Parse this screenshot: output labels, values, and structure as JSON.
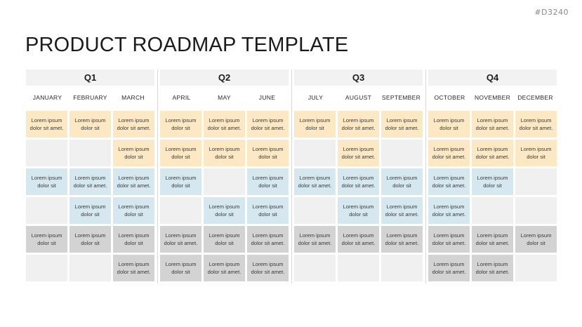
{
  "page": {
    "title": "PRODUCT ROADMAP TEMPLATE",
    "reference_code": "#D3240"
  },
  "colors": {
    "fill_yellow": "#fce9c4",
    "fill_blue": "#d5e8ef",
    "fill_gray": "#d3d3d3",
    "empty_cell": "#f0f0f0",
    "header_bar": "#f2f2f2",
    "title_text": "#1b1b1b",
    "reference_text": "#8a8a8a"
  },
  "text_variants": {
    "short": "Lorem ipsum dolor sit",
    "long": "Lorem ipsum dolor sit amet.",
    "blank": ""
  },
  "quarters": [
    {
      "label": "Q1",
      "months": [
        "JANUARY",
        "FEBRUARY",
        "MARCH"
      ],
      "rows": [
        {
          "tone": "yellow",
          "cells": [
            {
              "text": "Lorem ipsum dolor sit amet.",
              "filled": true
            },
            {
              "text": "Lorem ipsum dolor sit",
              "filled": true
            },
            {
              "text": "Lorem ipsum dolor sit amet.",
              "filled": true
            }
          ]
        },
        {
          "tone": "yellow",
          "cells": [
            {
              "text": "",
              "filled": false
            },
            {
              "text": "",
              "filled": false
            },
            {
              "text": "Lorem ipsum dolor sit",
              "filled": true
            }
          ]
        },
        {
          "tone": "blue",
          "cells": [
            {
              "text": "Lorem ipsum dolor sit",
              "filled": true
            },
            {
              "text": "Lorem ipsum dolor sit amet.",
              "filled": true
            },
            {
              "text": "Lorem ipsum dolor sit amet.",
              "filled": true
            }
          ]
        },
        {
          "tone": "blue",
          "cells": [
            {
              "text": "",
              "filled": false
            },
            {
              "text": "Lorem ipsum dolor sit",
              "filled": true
            },
            {
              "text": "Lorem ipsum dolor sit",
              "filled": true
            }
          ]
        },
        {
          "tone": "gray",
          "cells": [
            {
              "text": "Lorem ipsum dolor sit",
              "filled": true
            },
            {
              "text": "Lorem ipsum dolor sit",
              "filled": true
            },
            {
              "text": "Lorem ipsum dolor sit",
              "filled": true
            }
          ]
        },
        {
          "tone": "gray",
          "cells": [
            {
              "text": "",
              "filled": false
            },
            {
              "text": "",
              "filled": false
            },
            {
              "text": "Lorem ipsum dolor sit amet.",
              "filled": true
            }
          ]
        }
      ]
    },
    {
      "label": "Q2",
      "months": [
        "APRIL",
        "MAY",
        "JUNE"
      ],
      "rows": [
        {
          "tone": "yellow",
          "cells": [
            {
              "text": "Lorem ipsum dolor sit",
              "filled": true
            },
            {
              "text": "Lorem ipsum dolor sit amet.",
              "filled": true
            },
            {
              "text": "Lorem ipsum dolor sit amet.",
              "filled": true
            }
          ]
        },
        {
          "tone": "yellow",
          "cells": [
            {
              "text": "Lorem ipsum dolor sit",
              "filled": true
            },
            {
              "text": "Lorem ipsum dolor sit",
              "filled": true
            },
            {
              "text": "Lorem ipsum dolor sit",
              "filled": true
            }
          ]
        },
        {
          "tone": "blue",
          "cells": [
            {
              "text": "Lorem ipsum dolor sit",
              "filled": true
            },
            {
              "text": "",
              "filled": false
            },
            {
              "text": "Lorem ipsum dolor sit",
              "filled": true
            }
          ]
        },
        {
          "tone": "blue",
          "cells": [
            {
              "text": "",
              "filled": false
            },
            {
              "text": "Lorem ipsum dolor sit",
              "filled": true
            },
            {
              "text": "Lorem ipsum dolor sit",
              "filled": true
            }
          ]
        },
        {
          "tone": "gray",
          "cells": [
            {
              "text": "Lorem ipsum dolor sit amet.",
              "filled": true
            },
            {
              "text": "Lorem ipsum dolor sit",
              "filled": true
            },
            {
              "text": "Lorem ipsum dolor sit amet.",
              "filled": true
            }
          ]
        },
        {
          "tone": "gray",
          "cells": [
            {
              "text": "Lorem ipsum dolor sit",
              "filled": true
            },
            {
              "text": "Lorem ipsum dolor sit amet.",
              "filled": true
            },
            {
              "text": "Lorem ipsum dolor sit amet.",
              "filled": true
            }
          ]
        }
      ]
    },
    {
      "label": "Q3",
      "months": [
        "JULY",
        "AUGUST",
        "SEPTEMBER"
      ],
      "rows": [
        {
          "tone": "yellow",
          "cells": [
            {
              "text": "Lorem ipsum dolor sit",
              "filled": true
            },
            {
              "text": "Lorem ipsum dolor sit amet.",
              "filled": true
            },
            {
              "text": "Lorem ipsum dolor sit amet.",
              "filled": true
            }
          ]
        },
        {
          "tone": "yellow",
          "cells": [
            {
              "text": "",
              "filled": false
            },
            {
              "text": "Lorem ipsum dolor sit amet.",
              "filled": true
            },
            {
              "text": "",
              "filled": false
            }
          ]
        },
        {
          "tone": "blue",
          "cells": [
            {
              "text": "Lorem ipsum dolor sit amet.",
              "filled": true
            },
            {
              "text": "Lorem ipsum dolor sit amet.",
              "filled": true
            },
            {
              "text": "Lorem ipsum dolor sit",
              "filled": true
            }
          ]
        },
        {
          "tone": "blue",
          "cells": [
            {
              "text": "",
              "filled": false
            },
            {
              "text": "Lorem ipsum dolor sit",
              "filled": true
            },
            {
              "text": "Lorem ipsum dolor sit amet.",
              "filled": true
            }
          ]
        },
        {
          "tone": "gray",
          "cells": [
            {
              "text": "Lorem ipsum dolor sit amet.",
              "filled": true
            },
            {
              "text": "Lorem ipsum dolor sit amet.",
              "filled": true
            },
            {
              "text": "Lorem ipsum dolor sit amet.",
              "filled": true
            }
          ]
        },
        {
          "tone": "gray",
          "cells": [
            {
              "text": "",
              "filled": false
            },
            {
              "text": "",
              "filled": false
            },
            {
              "text": "",
              "filled": false
            }
          ]
        }
      ]
    },
    {
      "label": "Q4",
      "months": [
        "OCTOBER",
        "NOVEMBER",
        "DECEMBER"
      ],
      "rows": [
        {
          "tone": "yellow",
          "cells": [
            {
              "text": "Lorem ipsum dolor sit",
              "filled": true
            },
            {
              "text": "Lorem ipsum dolor sit amet.",
              "filled": true
            },
            {
              "text": "Lorem ipsum dolor sit amet.",
              "filled": true
            }
          ]
        },
        {
          "tone": "yellow",
          "cells": [
            {
              "text": "Lorem ipsum dolor sit amet.",
              "filled": true
            },
            {
              "text": "Lorem ipsum dolor sit amet.",
              "filled": true
            },
            {
              "text": "Lorem ipsum dolor sit",
              "filled": true
            }
          ]
        },
        {
          "tone": "blue",
          "cells": [
            {
              "text": "Lorem ipsum dolor sit amet.",
              "filled": true
            },
            {
              "text": "Lorem ipsum dolor sit",
              "filled": true
            },
            {
              "text": "",
              "filled": false
            }
          ]
        },
        {
          "tone": "blue",
          "cells": [
            {
              "text": "Lorem ipsum dolor sit amet.",
              "filled": true
            },
            {
              "text": "",
              "filled": false
            },
            {
              "text": "",
              "filled": false
            }
          ]
        },
        {
          "tone": "gray",
          "cells": [
            {
              "text": "Lorem ipsum dolor sit amet.",
              "filled": true
            },
            {
              "text": "Lorem ipsum dolor sit amet.",
              "filled": true
            },
            {
              "text": "Lorem ipsum dolor sit",
              "filled": true
            }
          ]
        },
        {
          "tone": "gray",
          "cells": [
            {
              "text": "Lorem ipsum dolor sit amet.",
              "filled": true
            },
            {
              "text": "Lorem ipsum dolor sit amet.",
              "filled": true
            },
            {
              "text": "",
              "filled": false
            }
          ]
        }
      ]
    }
  ]
}
